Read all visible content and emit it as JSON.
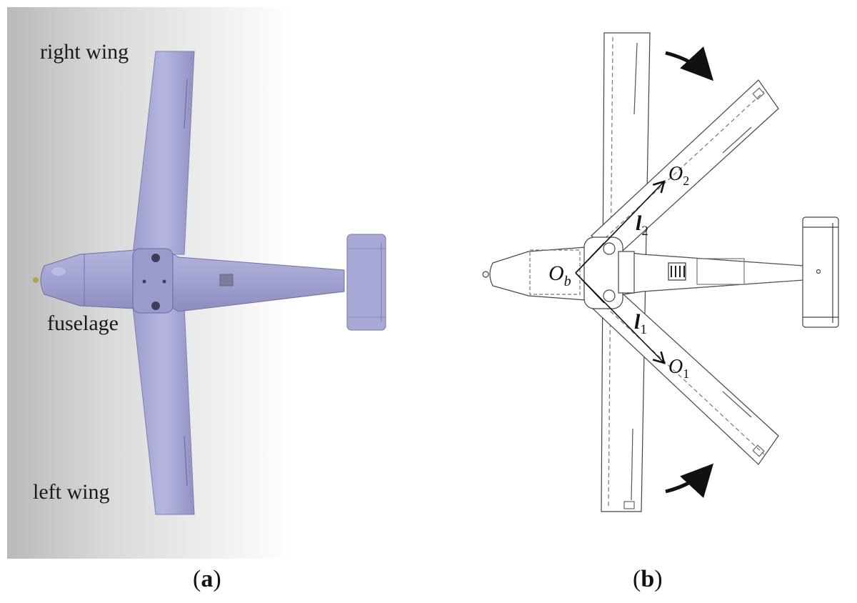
{
  "panel_a": {
    "label_open": "(",
    "label_letter": "a",
    "label_close": ")",
    "labels": {
      "right_wing": "right wing",
      "fuselage": "fuselage",
      "left_wing": "left wing"
    },
    "colors": {
      "airframe": "#a9a9d6",
      "airframe_shade": "#8c8cc0",
      "backdrop": "#d6d6d6"
    }
  },
  "panel_b": {
    "label_open": "(",
    "label_letter": "b",
    "label_close": ")",
    "symbols": {
      "origin_base": "O",
      "origin_sub": "b",
      "o1_base": "O",
      "o1_sub": "1",
      "o2_base": "O",
      "o2_sub": "2",
      "l1_base": "l",
      "l1_sub": "1",
      "l2_base": "l",
      "l2_sub": "2"
    },
    "icons": [
      "rotation-arrow-top",
      "rotation-arrow-bottom"
    ]
  }
}
